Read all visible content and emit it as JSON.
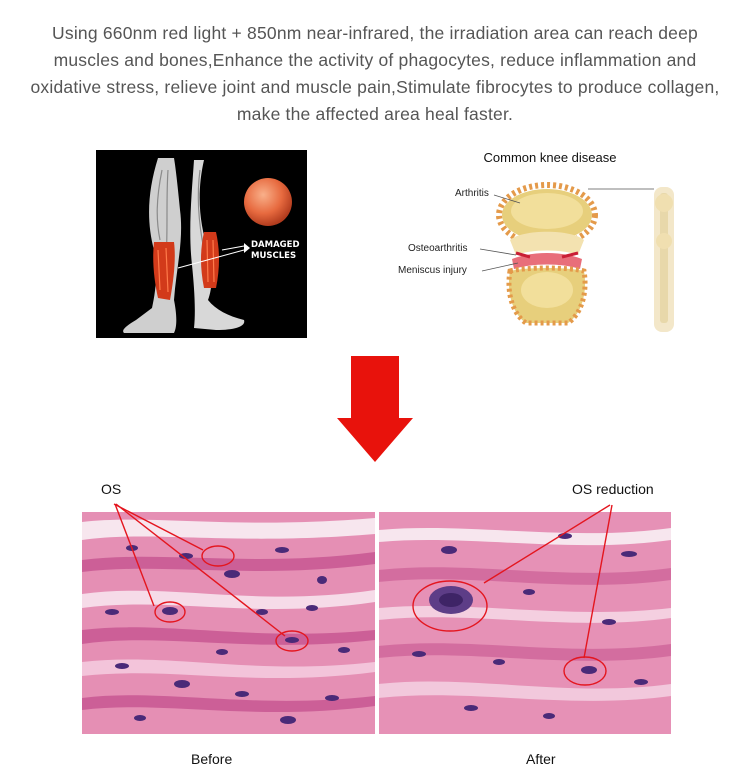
{
  "intro": {
    "line1": "Using 660nm red light + 850nm near-infrared, the irradiation area can reach deep",
    "line2": "muscles and bones,Enhance the activity of phagocytes, reduce inflammation and",
    "line3": "oxidative stress, relieve joint and muscle pain,Stimulate fibrocytes to produce collagen,",
    "line4": "make the affected area heal faster."
  },
  "muscle_image": {
    "label_line1": "DAMAGED",
    "label_line2": "MUSCLES"
  },
  "knee_image": {
    "title": "Common knee disease",
    "labels": {
      "arthritis": "Arthritis",
      "osteoarthritis": "Osteoarthritis",
      "meniscus": "Meniscus injury"
    }
  },
  "tissue": {
    "left_label": "OS",
    "right_label": "OS reduction",
    "before_caption": "Before",
    "after_caption": "After"
  },
  "colors": {
    "arrow": "#e8120c",
    "circle": "#e4161f",
    "tissue_bg": "#e58fb4",
    "tissue_fiber": "#cc5f97",
    "nucleus": "#4a2a78"
  }
}
